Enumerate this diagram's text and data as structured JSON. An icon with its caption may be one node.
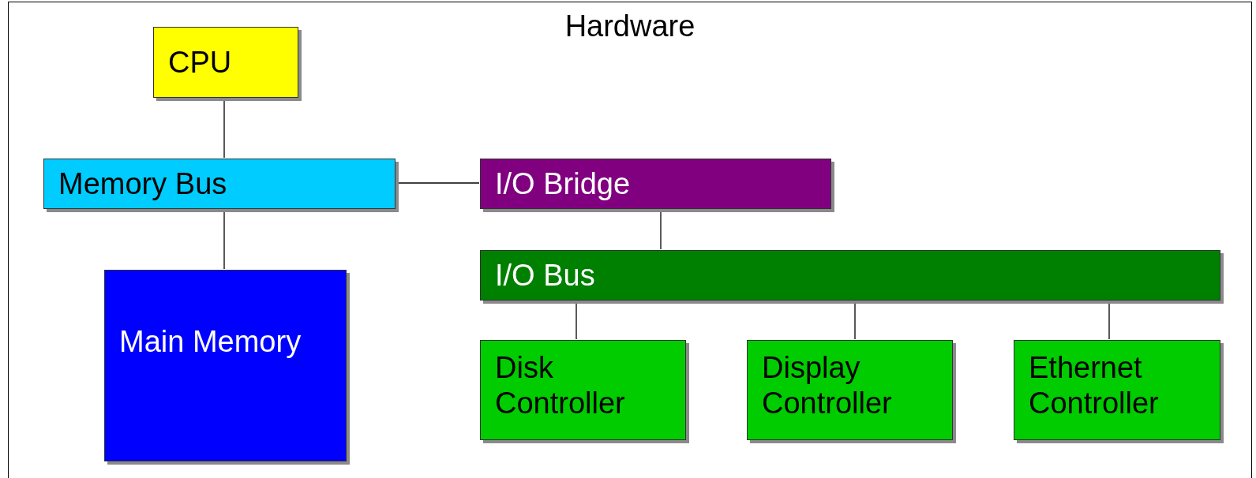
{
  "diagram": {
    "nodes": [
      {
        "text": [
          "Hardware"
        ]
      },
      {
        "text": [
          "CPU"
        ],
        "in": 0
      },
      {
        "text": [
          "Memory Bus"
        ],
        "in": 0
      },
      {
        "text": [
          "I/O Bridge"
        ],
        "in": 0
      },
      {
        "text": [
          "Main Memory"
        ],
        "in": 0
      },
      {
        "text": [
          "I/O Bus"
        ],
        "in": 0
      },
      {
        "text": [
          "Disk Controller"
        ],
        "in": 0
      },
      {
        "text": [
          "Display Controller"
        ],
        "in": 0
      },
      {
        "text": [
          "Ethernet Controller"
        ],
        "in": 0
      }
    ],
    "edges": [
      {
        "from": 1,
        "to": 2,
        "arrow": "none"
      },
      {
        "from": 2,
        "to": 3,
        "arrow": "none"
      },
      {
        "from": 2,
        "to": 4,
        "arrow": "none"
      },
      {
        "from": 3,
        "to": 5,
        "arrow": "none"
      },
      {
        "from": 5,
        "to": 6,
        "arrow": "none"
      },
      {
        "from": 5,
        "to": 7,
        "arrow": "none"
      },
      {
        "from": 5,
        "to": 8,
        "arrow": "none"
      }
    ]
  }
}
